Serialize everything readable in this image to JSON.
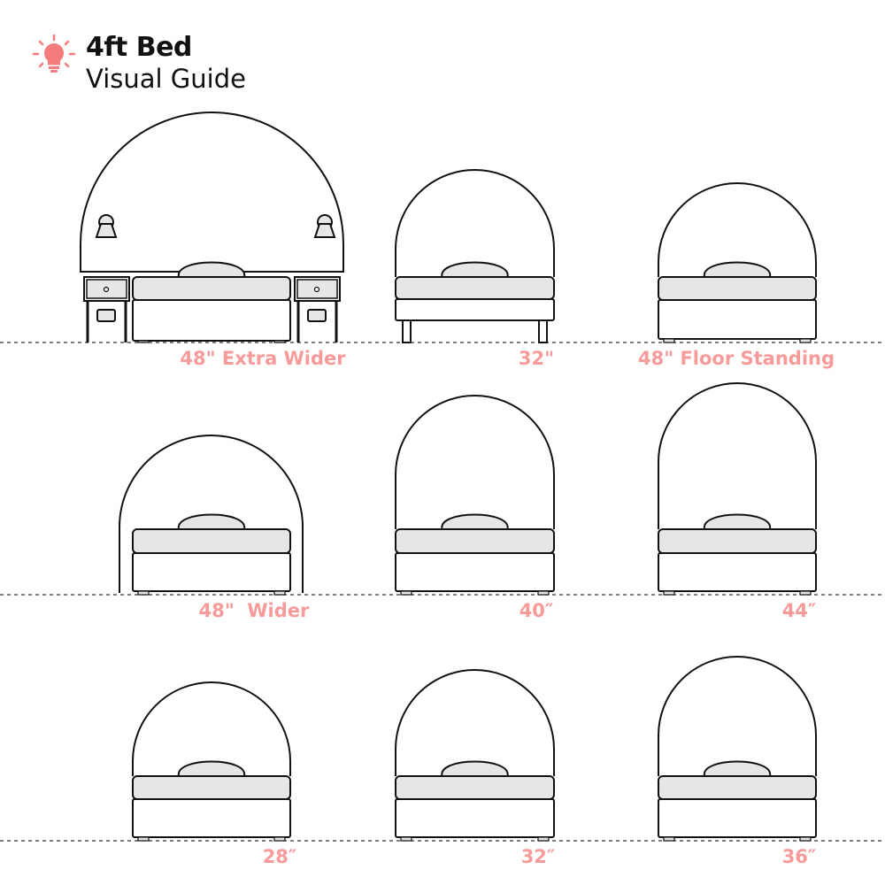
{
  "header": {
    "title": "4ft Bed",
    "subtitle": "Visual Guide",
    "icon": "lightbulb-icon"
  },
  "colors": {
    "accent": "#f79a9a",
    "icon": "#f47c7c",
    "line": "#111111",
    "fill": "#e6e6e6"
  },
  "beds": [
    {
      "label": "48\" Extra Wider"
    },
    {
      "label": "32\""
    },
    {
      "label": "48\" Floor Standing"
    },
    {
      "label": "48\"  Wider"
    },
    {
      "label": "40″"
    },
    {
      "label": "44″"
    },
    {
      "label": "28″"
    },
    {
      "label": "32″"
    },
    {
      "label": "36″"
    }
  ]
}
